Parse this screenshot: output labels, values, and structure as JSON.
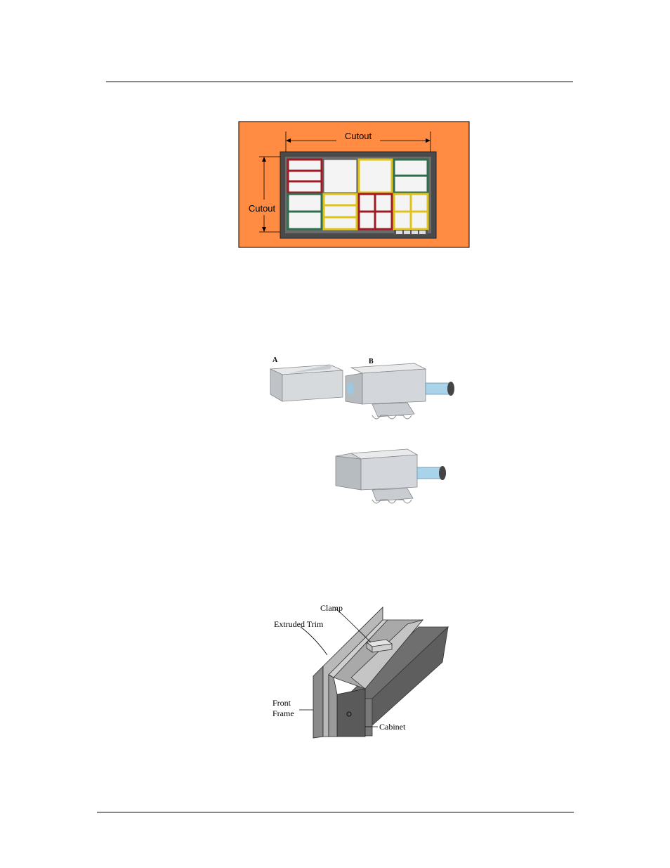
{
  "figure1": {
    "cutout_horizontal_label": "Cutout",
    "cutout_vertical_label": "Cutout"
  },
  "figure2": {
    "part_a_label": "A",
    "part_b_label": "B"
  },
  "figure3": {
    "clamp_label": "Clamp",
    "extruded_trim_label": "Extruded Trim",
    "front_frame_label_line1": "Front",
    "front_frame_label_line2": "Frame",
    "cabinet_label": "Cabinet"
  }
}
